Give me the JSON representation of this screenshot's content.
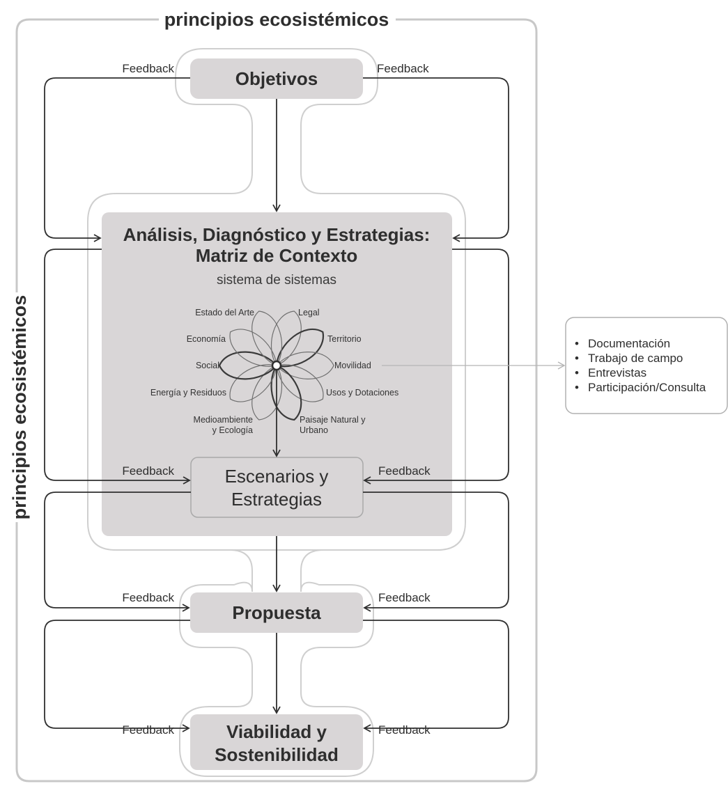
{
  "frame_title_top": "principios ecosistémicos",
  "frame_title_side": "principios ecosistémicos",
  "feedback_label": "Feedback",
  "objetivos": "Objetivos",
  "analisis": {
    "title_line1": "Análisis, Diagnóstico y Estrategias:",
    "title_line2": "Matriz de Contexto",
    "subtitle": "sistema de sistemas"
  },
  "petals": [
    {
      "label": "Legal",
      "label_line2": ""
    },
    {
      "label": "Territorio",
      "label_line2": ""
    },
    {
      "label": "Movilidad",
      "label_line2": ""
    },
    {
      "label": "Usos y Dotaciones",
      "label_line2": ""
    },
    {
      "label": "Paisaje Natural y",
      "label_line2": "Urbano"
    },
    {
      "label": "Medioambiente",
      "label_line2": "y Ecología"
    },
    {
      "label": "Energía y Residuos",
      "label_line2": ""
    },
    {
      "label": "Social",
      "label_line2": ""
    },
    {
      "label": "Economía",
      "label_line2": ""
    },
    {
      "label": "Estado del Arte",
      "label_line2": ""
    }
  ],
  "escenarios": {
    "line1": "Escenarios y",
    "line2": "Estrategias"
  },
  "propuesta": "Propuesta",
  "viabilidad": {
    "line1": "Viabilidad y",
    "line2": "Sostenibilidad"
  },
  "methods": [
    "Documentación",
    "Trabajo de campo",
    "Entrevistas",
    "Participación/Consulta"
  ],
  "colors": {
    "box_fill": "#d9d6d7",
    "frame_stroke": "#c8c8c8",
    "arrow": "#2f2f2f"
  }
}
